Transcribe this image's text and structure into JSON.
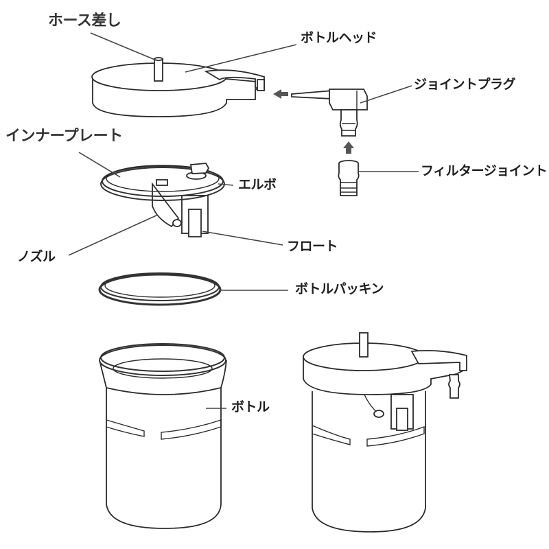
{
  "diagram": {
    "type": "exploded-parts-view",
    "labels": {
      "hose_port": "ホース差し",
      "bottle_head": "ボトルヘッド",
      "joint_plug": "ジョイントプラグ",
      "inner_plate": "インナープレート",
      "elbow": "エルボ",
      "filter_joint": "フィルタージョイント",
      "nozzle": "ノズル",
      "float": "フロート",
      "bottle_packing": "ボトルパッキン",
      "bottle": "ボトル"
    },
    "colors": {
      "line": "#2a2a2a",
      "text": "#1e1e1e",
      "background": "#ffffff"
    }
  }
}
